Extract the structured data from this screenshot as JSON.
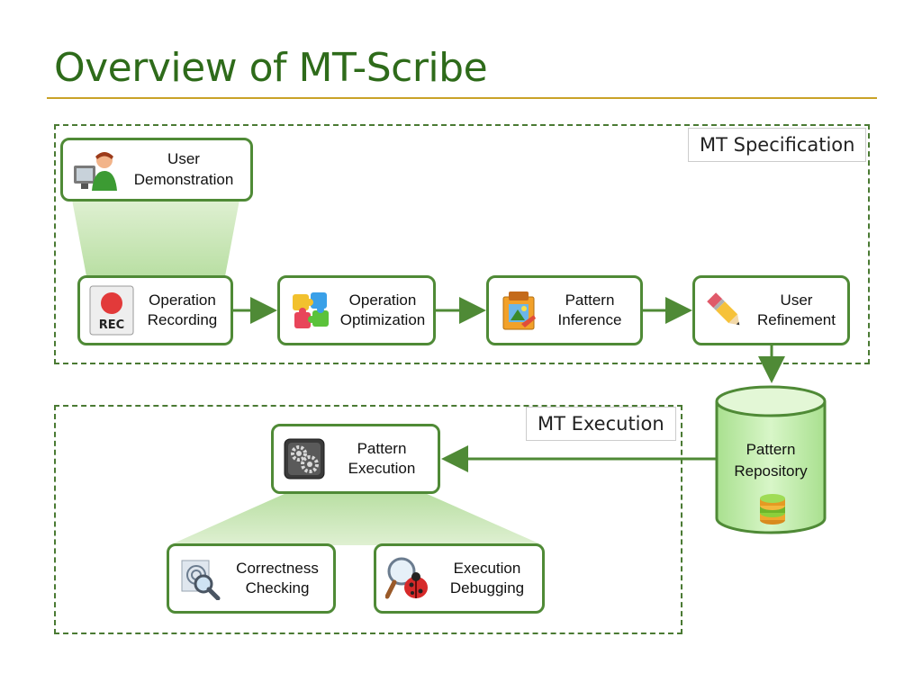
{
  "slide": {
    "title": "Overview of MT-Scribe"
  },
  "regions": {
    "spec_label": "MT Specification",
    "exec_label": "MT Execution"
  },
  "nodes": {
    "user_demonstration": "User\nDemonstration",
    "operation_recording": "Operation\nRecording",
    "operation_optimization": "Operation\nOptimization",
    "pattern_inference": "Pattern\nInference",
    "user_refinement": "User\nRefinement",
    "pattern_repository": "Pattern\nRepository",
    "pattern_execution": "Pattern\nExecution",
    "correctness_checking": "Correctness\nChecking",
    "execution_debugging": "Execution\nDebugging"
  },
  "icons": {
    "rec_text": "REC"
  },
  "colors": {
    "title": "#2e6b1a",
    "rule": "#c9a227",
    "border": "#4f8a36",
    "arrow": "#4f8a36",
    "funnel": "#cfe8c0",
    "db_fill": "#c4ecb0"
  }
}
